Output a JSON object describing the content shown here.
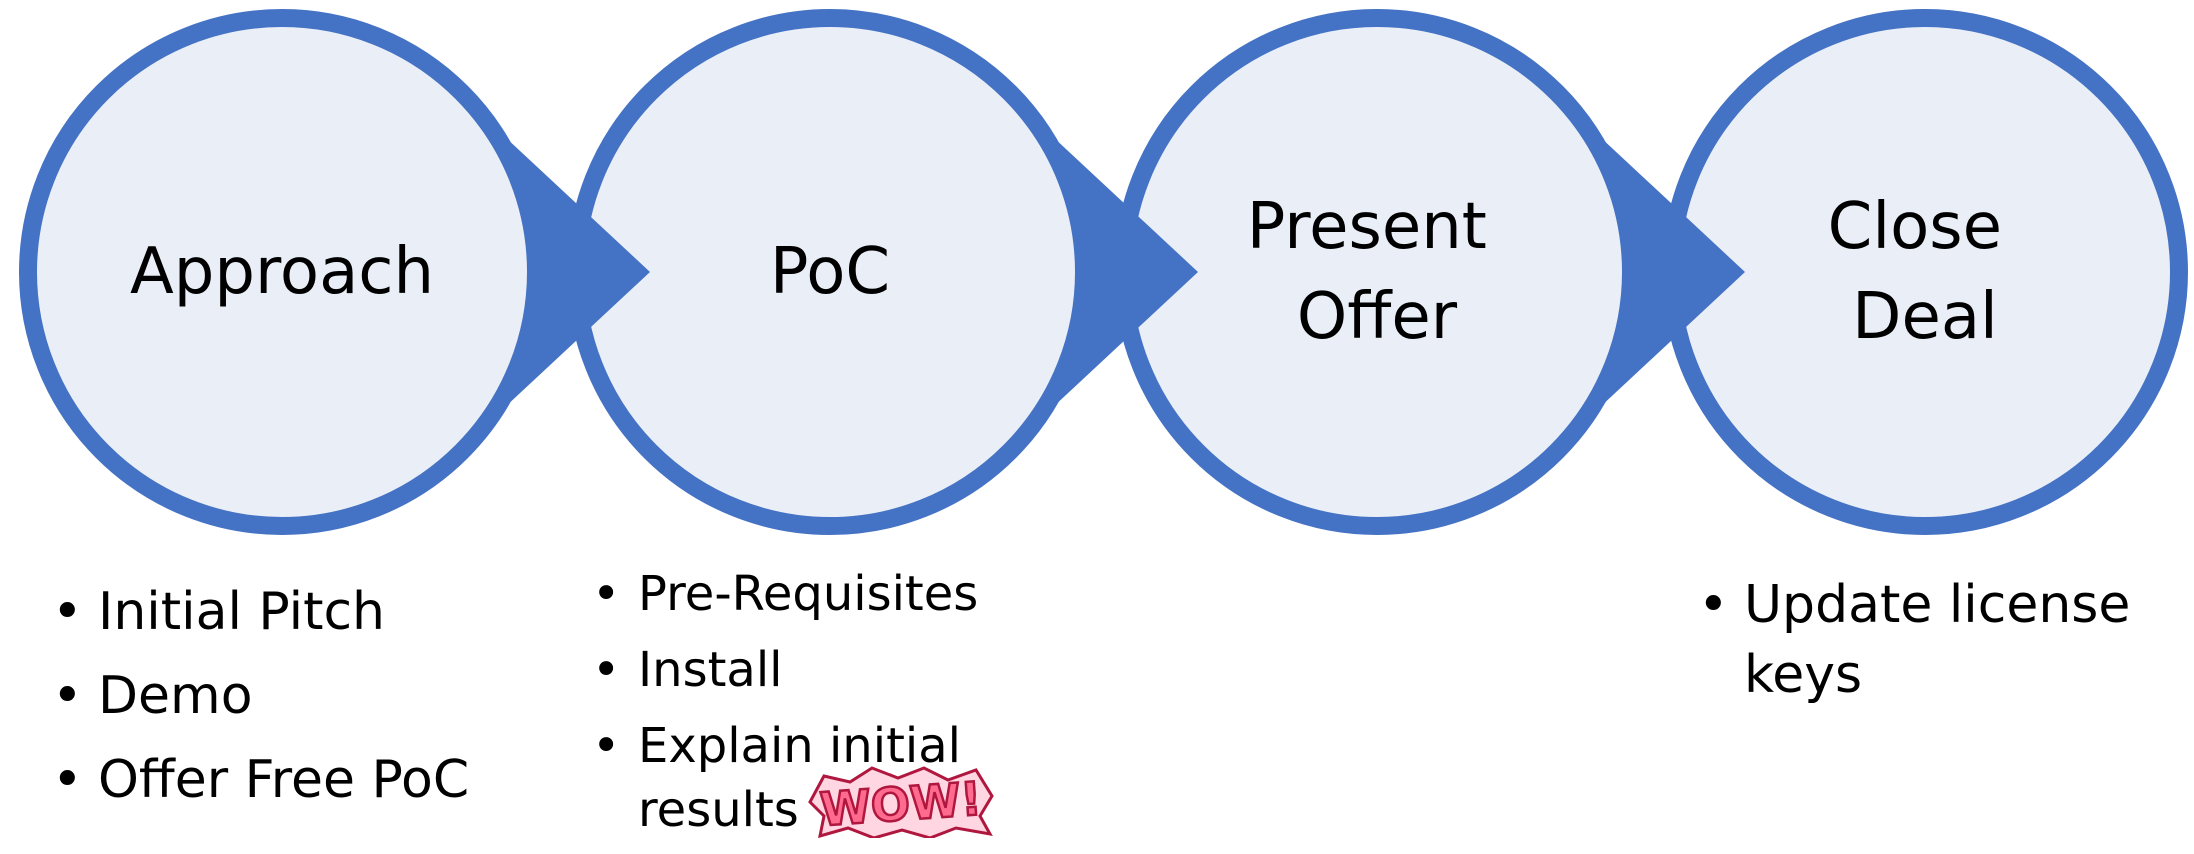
{
  "colors": {
    "ring": "#4472C4",
    "fill": "#EAEEF7",
    "text": "#000000",
    "wow_fill": "#FF6B8F",
    "wow_outline": "#B0173E"
  },
  "stages": [
    {
      "label_lines": [
        "Approach"
      ],
      "bullets": [
        "Initial Pitch",
        "Demo",
        "Offer Free PoC"
      ]
    },
    {
      "label_lines": [
        "PoC"
      ],
      "bullets": [
        "Pre-Requisites",
        "Install",
        "Explain initial results"
      ]
    },
    {
      "label_lines": [
        "Present",
        "Offer"
      ],
      "bullets": []
    },
    {
      "label_lines": [
        "Close",
        "Deal"
      ],
      "bullets": [
        "Update license keys"
      ]
    }
  ],
  "sticker": {
    "text": "WOW!"
  }
}
